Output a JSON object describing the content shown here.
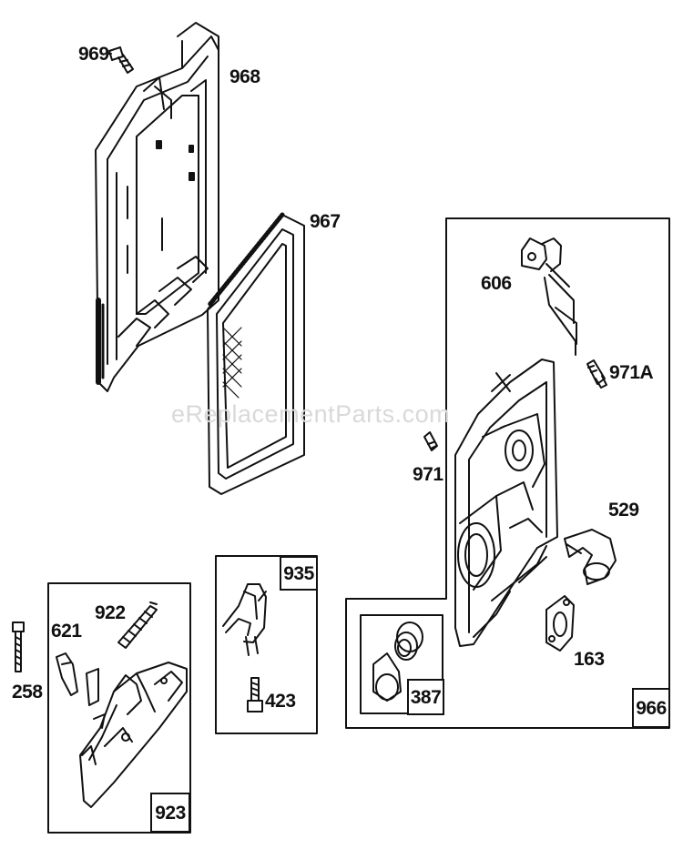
{
  "watermark": "eReplacementParts.com",
  "labels": {
    "p969": "969",
    "p968": "968",
    "p967": "967",
    "p606": "606",
    "p971A": "971A",
    "p971": "971",
    "p529": "529",
    "p163": "163",
    "p935": "935",
    "p423": "423",
    "p922": "922",
    "p621": "621",
    "p258": "258"
  },
  "kits": {
    "k923": "923",
    "k387": "387",
    "k966": "966"
  }
}
